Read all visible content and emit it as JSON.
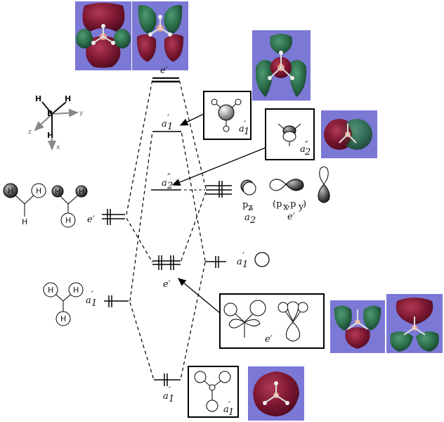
{
  "colors": {
    "panel_bg": "#7b78d6",
    "lobe_red": "#8a1c35",
    "lobe_green": "#2b6b4a",
    "level": "#000000",
    "dashed": "#000000"
  },
  "axes": {
    "x_label": "x",
    "y_label": "y",
    "z_label": "z",
    "boron_label": "B",
    "hydrogen_label": "H"
  },
  "mo_levels": {
    "e_prime_top": "e′",
    "a1_prime_mid_base": "a",
    "a1_prime_mid_sub": "1",
    "a1_prime_mid_sup": "′",
    "a2_double_prime_base": "a",
    "a2_double_prime_sub": "2",
    "a2_double_prime_sup": "″",
    "e_prime_bonding": "e′",
    "a1_prime_bottom_base": "a",
    "a1_prime_bottom_sub": "1",
    "a1_prime_bottom_sup": "′"
  },
  "ligand_side": {
    "e_prime": "e′",
    "a1_prime_base": "a",
    "a1_prime_sub": "1",
    "a1_prime_sup": "′",
    "h_label": "H"
  },
  "boron_side": {
    "pz": "p",
    "pz_sub": "z",
    "pxpy_open": "(p",
    "pxpy_x": "x",
    "pxpy_comma": ",p",
    "pxpy_y": "y",
    "pxpy_close": ")",
    "a2_base": "a",
    "a2_sub": "2",
    "a2_sup": "″",
    "e_prime": "e′",
    "s_a1_base": "a",
    "s_a1_sub": "1",
    "s_a1_sup": "′"
  },
  "boxes": {
    "a1_mid_box_base": "a",
    "a1_mid_box_sub": "1",
    "a1_mid_box_sup": "′",
    "a2_box_base": "a",
    "a2_box_sub": "2",
    "a2_box_sup": "″",
    "e_box_label": "e′",
    "a1_bottom_box_base": "a",
    "a1_bottom_box_sub": "1",
    "a1_bottom_box_sup": "′"
  }
}
